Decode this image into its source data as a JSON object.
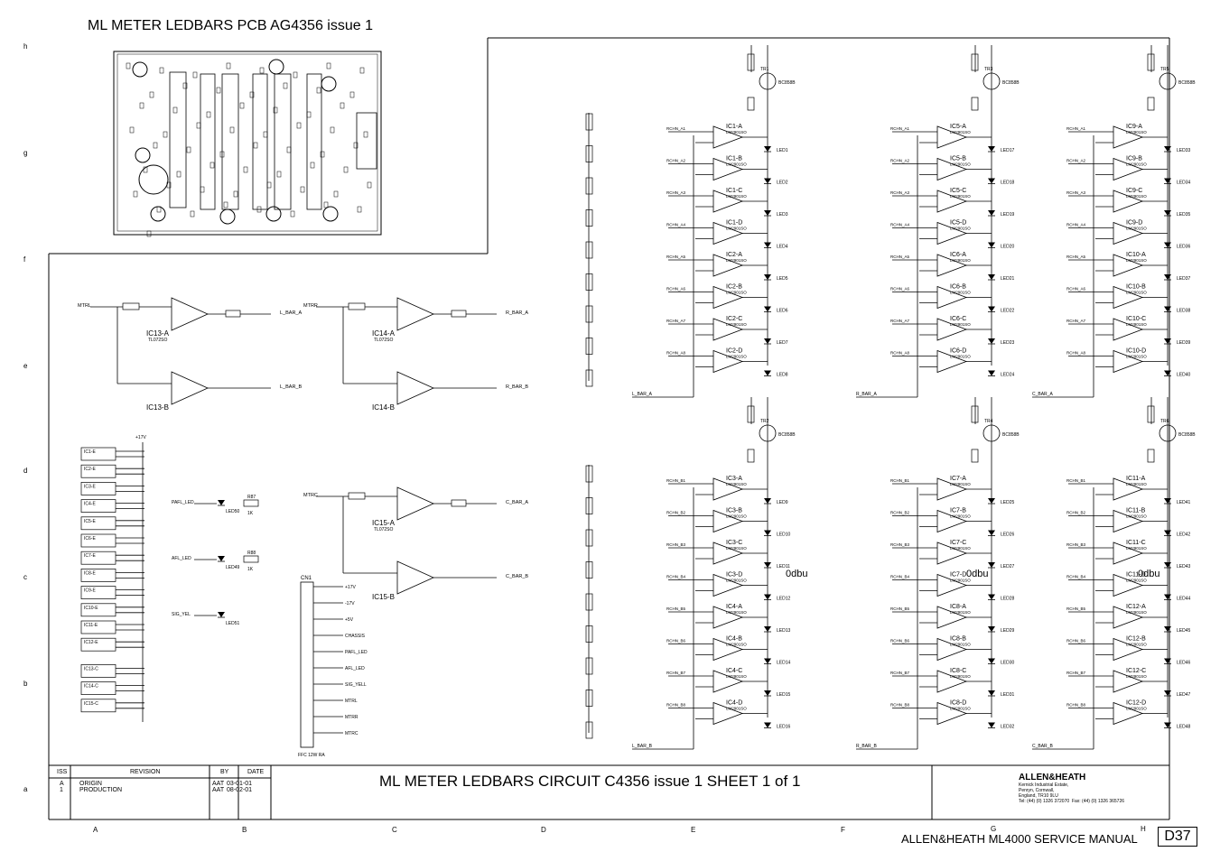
{
  "pcb_title": "ML METER LEDBARS PCB  AG4356 issue 1",
  "circuit_title": "ML METER LEDBARS CIRCUIT   C4356 issue 1   SHEET 1 of 1",
  "page_code": "D37",
  "footer_manual": "ALLEN&HEATH  ML4000 SERVICE MANUAL",
  "company": {
    "name": "ALLEN&HEATH",
    "address_1": "Kernick Industrial Estate,",
    "address_2": "Penryn, Cornwall,",
    "address_3": "England, TR10 9LU",
    "tel": "Tel: (44) (0) 1326 372070",
    "fax": "Fax: (44) (0) 1326 365726"
  },
  "revision_table": {
    "headers": [
      "ISS",
      "REVISION",
      "BY",
      "DATE"
    ],
    "rows": [
      {
        "iss": "A",
        "revision": "ORIGIN",
        "by": "AAT",
        "date": "03-01-01"
      },
      {
        "iss": "1",
        "revision": "PRODUCTION",
        "by": "AAT",
        "date": "08-02-01"
      }
    ]
  },
  "grid_rows": [
    "h",
    "g",
    "f",
    "e",
    "d",
    "c",
    "b",
    "a"
  ],
  "grid_cols": [
    "A",
    "B",
    "C",
    "D",
    "E",
    "F",
    "G",
    "H"
  ],
  "odbu_labels": [
    "0dbu",
    "0dbu",
    "0dbu"
  ],
  "bar_banks": [
    {
      "chn": "A",
      "tr": "TR1",
      "trans": "BC858B",
      "ics": [
        "IC1-A",
        "IC1-B",
        "IC1-C",
        "IC1-D",
        "IC2-A",
        "IC2-B",
        "IC2-C",
        "IC2-D"
      ],
      "leds": [
        "LED1",
        "LED2",
        "LED3",
        "LED4",
        "LED5",
        "LED6",
        "LED7",
        "LED8"
      ],
      "bar": "L_BAR_A"
    },
    {
      "chn": "A",
      "tr": "TR3",
      "trans": "BC858B",
      "ics": [
        "IC5-A",
        "IC5-B",
        "IC5-C",
        "IC5-D",
        "IC6-A",
        "IC6-B",
        "IC6-C",
        "IC6-D"
      ],
      "leds": [
        "LED17",
        "LED18",
        "LED19",
        "LED20",
        "LED21",
        "LED22",
        "LED23",
        "LED24"
      ],
      "bar": "R_BAR_A"
    },
    {
      "chn": "A",
      "tr": "TR5",
      "trans": "BC858B",
      "ics": [
        "IC9-A",
        "IC9-B",
        "IC9-C",
        "IC9-D",
        "IC10-A",
        "IC10-B",
        "IC10-C",
        "IC10-D"
      ],
      "leds": [
        "LED33",
        "LED34",
        "LED35",
        "LED36",
        "LED37",
        "LED38",
        "LED39",
        "LED40"
      ],
      "bar": "C_BAR_A"
    },
    {
      "chn": "B",
      "tr": "TR2",
      "trans": "BC858B",
      "ics": [
        "IC3-A",
        "IC3-B",
        "IC3-C",
        "IC3-D",
        "IC4-A",
        "IC4-B",
        "IC4-C",
        "IC4-D"
      ],
      "leds": [
        "LED9",
        "LED10",
        "LED11",
        "LED12",
        "LED13",
        "LED14",
        "LED15",
        "LED16"
      ],
      "bar": "L_BAR_B"
    },
    {
      "chn": "B",
      "tr": "TR4",
      "trans": "BC858B",
      "ics": [
        "IC7-A",
        "IC7-B",
        "IC7-C",
        "IC7-D",
        "IC8-A",
        "IC8-B",
        "IC8-C",
        "IC8-D"
      ],
      "leds": [
        "LED25",
        "LED26",
        "LED27",
        "LED28",
        "LED29",
        "LED30",
        "LED31",
        "LED32"
      ],
      "bar": "R_BAR_B"
    },
    {
      "chn": "B",
      "tr": "TR6",
      "trans": "BC858B",
      "ics": [
        "IC11-A",
        "IC11-B",
        "IC11-C",
        "IC11-D",
        "IC12-A",
        "IC12-B",
        "IC12-C",
        "IC12-D"
      ],
      "leds": [
        "LED41",
        "LED42",
        "LED43",
        "LED44",
        "LED45",
        "LED46",
        "LED47",
        "LED48"
      ],
      "bar": "C_BAR_B"
    }
  ],
  "op_amp_stages": [
    {
      "input": "MTRL",
      "ic_a": "IC13-A",
      "ic_b": "IC13-B",
      "part": "TL072SO",
      "out_a": "L_BAR_A",
      "out_b": "L_BAR_B"
    },
    {
      "input": "MTRR",
      "ic_a": "IC14-A",
      "ic_b": "IC14-B",
      "part": "TL072SO",
      "out_a": "R_BAR_A",
      "out_b": "R_BAR_B"
    },
    {
      "input": "MTRC",
      "ic_a": "IC15-A",
      "ic_b": "IC15-B",
      "part": "TL072SO",
      "out_a": "C_BAR_A",
      "out_b": "C_BAR_B"
    }
  ],
  "power_ics": [
    "IC1-E",
    "IC2-E",
    "IC3-E",
    "IC4-E",
    "IC5-E",
    "IC6-E",
    "IC7-E",
    "IC8-E",
    "IC9-E",
    "IC10-E",
    "IC11-E",
    "IC12-E",
    "IC13-C",
    "IC14-C",
    "IC15-C"
  ],
  "connector": {
    "name": "CN1",
    "part": "FFC 12W RA",
    "pins": [
      "+17V",
      "-17V",
      "+5V",
      "CHASSIS",
      "PAFL_LED",
      "AFL_LED",
      "SIG_YELL",
      "MTRL",
      "MTRR",
      "MTRC"
    ]
  },
  "status_leds": [
    {
      "net": "PAFL_LED",
      "led": "LED50",
      "res": "R87",
      "val": "1K"
    },
    {
      "net": "AFL_LED",
      "led": "LED49",
      "res": "R88",
      "val": "1K"
    },
    {
      "net": "SIG_YEL",
      "led": "LED51",
      "res": "",
      "val": ""
    }
  ]
}
